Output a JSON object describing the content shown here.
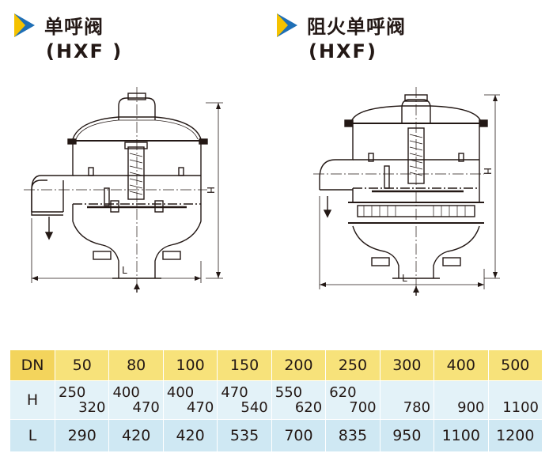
{
  "titles": {
    "left": {
      "name": "单呼阀",
      "model": "(HXF )"
    },
    "right": {
      "name": "阻火单呼阀",
      "model": "(HXF)"
    }
  },
  "drawing_labels": {
    "left": {
      "H": "H",
      "L": "L"
    },
    "right": {
      "H": "H",
      "L": "L"
    }
  },
  "colors": {
    "header_bg": "#f7e27a",
    "row_bg": "#e3f2f8",
    "row2_bg": "#cfe8f3",
    "arrow_blue": "#1f6fb6",
    "arrow_gold": "#f5c200"
  },
  "table": {
    "header_label": "DN",
    "dn": [
      "50",
      "80",
      "100",
      "150",
      "200",
      "250",
      "300",
      "400",
      "500"
    ],
    "h_label": "H",
    "h": [
      {
        "top": "250",
        "bottom": "320"
      },
      {
        "top": "400",
        "bottom": "470"
      },
      {
        "top": "400",
        "bottom": "470"
      },
      {
        "top": "470",
        "bottom": "540"
      },
      {
        "top": "550",
        "bottom": "620"
      },
      {
        "top": "620",
        "bottom": "700"
      },
      {
        "top": "",
        "bottom": "780"
      },
      {
        "top": "",
        "bottom": "900"
      },
      {
        "top": "",
        "bottom": "1100"
      }
    ],
    "l_label": "L",
    "l": [
      "290",
      "420",
      "420",
      "535",
      "700",
      "835",
      "950",
      "1100",
      "1200"
    ]
  }
}
